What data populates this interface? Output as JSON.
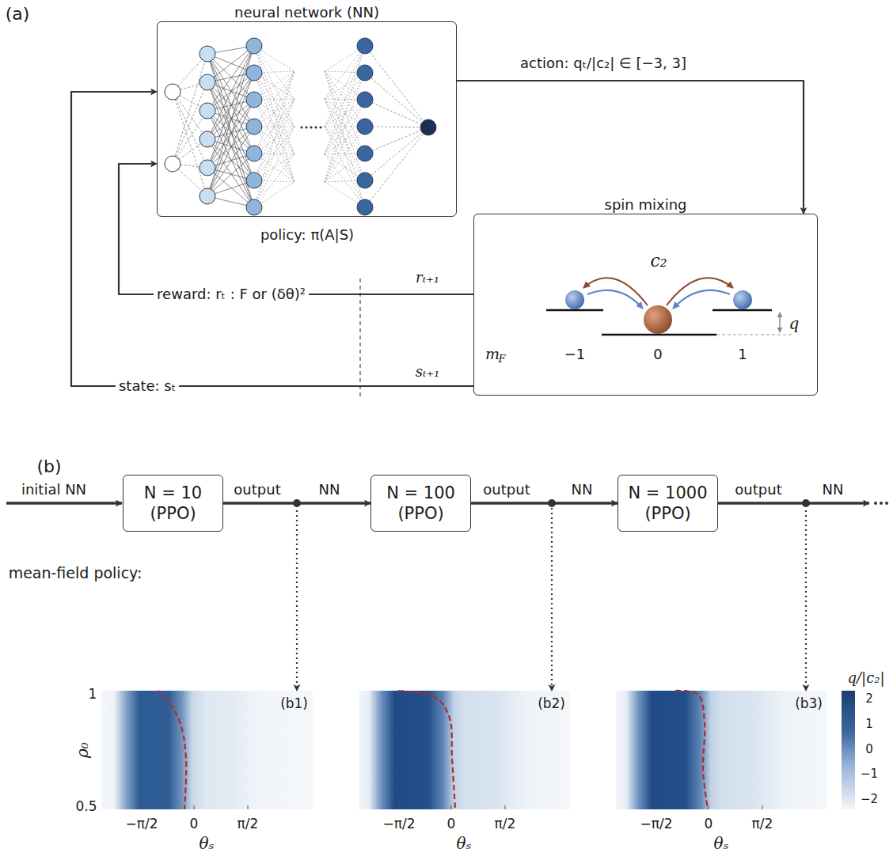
{
  "diagram": {
    "nodes": [
      {
        "text": [
          "neural network (NN)"
        ]
      },
      {
        "text": [
          "spin mixing"
        ]
      },
      {
        "text": [
          "N = 10 (PPO)"
        ]
      },
      {
        "text": [
          "N = 100 (PPO)"
        ]
      },
      {
        "text": [
          "N = 1000 (PPO)"
        ]
      },
      {
        "text": [
          "(b1)"
        ]
      },
      {
        "text": [
          "(b2)"
        ]
      },
      {
        "text": [
          "(b3)"
        ]
      }
    ],
    "edges": [
      {
        "from": 0,
        "to": 1,
        "arrow": "to",
        "label": "action: qₜ/|c₂| ∈ [−3, 3]"
      },
      {
        "from": 1,
        "to": 0,
        "arrow": "to",
        "label": "reward: rₜ : F or (δθ)²"
      },
      {
        "from": 1,
        "to": 0,
        "arrow": "to",
        "label": "state: sₜ"
      },
      {
        "from": 2,
        "to": 3,
        "arrow": "to"
      },
      {
        "from": 3,
        "to": 4,
        "arrow": "to"
      },
      {
        "from": 2,
        "to": 5,
        "arrow": "to"
      },
      {
        "from": 3,
        "to": 6,
        "arrow": "to"
      },
      {
        "from": 4,
        "to": 7,
        "arrow": "to"
      }
    ],
    "labels": [
      "(a)",
      "policy: π(A|S)",
      "c₂",
      "q",
      "m",
      "F",
      "−1",
      "0",
      "1",
      "rₜ₊₁",
      "sₜ₊₁",
      "(b)",
      "initial NN",
      "output",
      "NN",
      "output",
      "NN",
      "output",
      "NN",
      "mean-field policy:",
      "ρ₀",
      "1",
      "0.5",
      "−π/2",
      "0",
      "π/2",
      "θₛ",
      "−π/2",
      "0",
      "π/2",
      "θₛ",
      "−π/2",
      "0",
      "π/2",
      "θₛ",
      "q/|c₂|",
      "2",
      "1",
      "0",
      "−1",
      "−2"
    ]
  }
}
